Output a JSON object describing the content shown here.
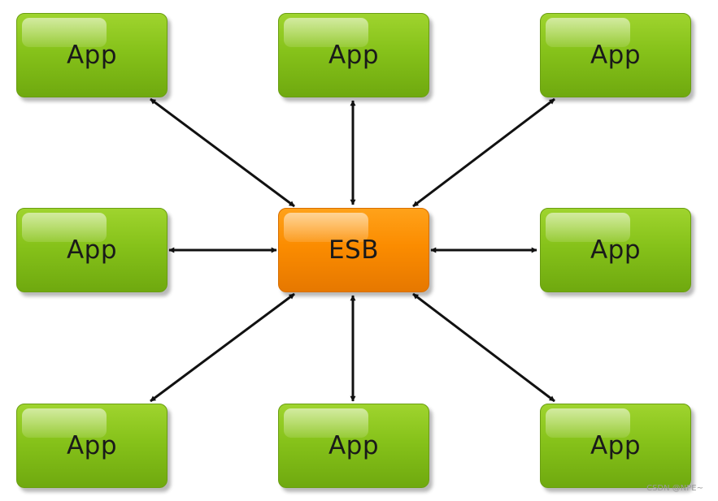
{
  "diagram": {
    "hub": {
      "label": "ESB",
      "color": "#fb8c00"
    },
    "apps": [
      {
        "label": "App",
        "position": "top-left"
      },
      {
        "label": "App",
        "position": "top-center"
      },
      {
        "label": "App",
        "position": "top-right"
      },
      {
        "label": "App",
        "position": "middle-left"
      },
      {
        "label": "App",
        "position": "middle-right"
      },
      {
        "label": "App",
        "position": "bottom-left"
      },
      {
        "label": "App",
        "position": "bottom-center"
      },
      {
        "label": "App",
        "position": "bottom-right"
      }
    ],
    "app_color": "#86c21a",
    "connector": "bidirectional-arrow"
  },
  "watermark": "CSDN @NPE~"
}
